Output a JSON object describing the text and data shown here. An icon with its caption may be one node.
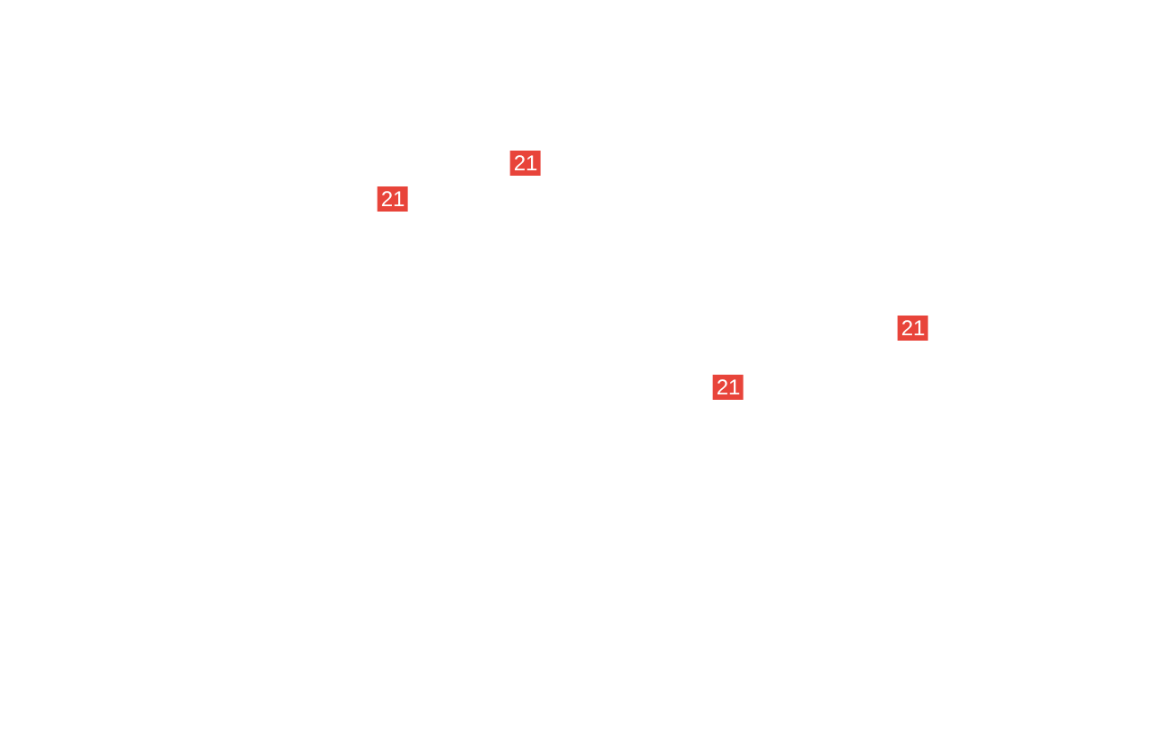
{
  "diagram": {
    "labels": [
      "21",
      "21",
      "21",
      "21"
    ]
  }
}
